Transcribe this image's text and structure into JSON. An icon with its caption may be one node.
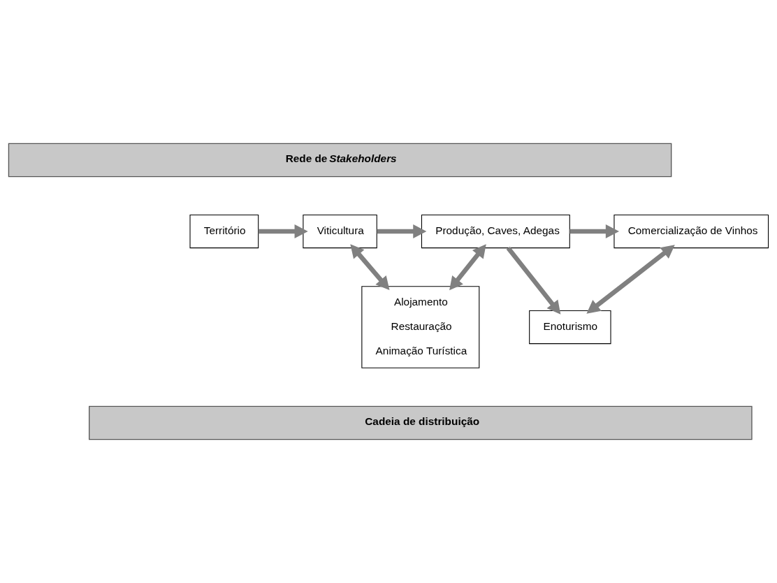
{
  "diagram": {
    "nodes": [
      {
        "text": [
          "Território"
        ]
      },
      {
        "text": [
          "Viticultura"
        ]
      },
      {
        "text": [
          "Produção, Caves, Adegas"
        ]
      },
      {
        "text": [
          "Comercialização de Vinhos"
        ]
      },
      {
        "text": [
          "Enoturismo"
        ]
      },
      {
        "text": [
          "Alojamento",
          "Restauração",
          "Animação Turística"
        ]
      },
      {
        "text": [
          "Rede de *Stakeholders*"
        ]
      },
      {
        "text": [
          "Cadeia de distribuição"
        ]
      }
    ],
    "edges": [
      {
        "from": 0,
        "to": 1,
        "arrow": "to"
      },
      {
        "from": 1,
        "to": 2,
        "arrow": "to"
      },
      {
        "from": 2,
        "to": 3,
        "arrow": "to"
      },
      {
        "from": 2,
        "to": 4,
        "arrow": "to"
      },
      {
        "from": 3,
        "to": 4,
        "arrow": "both"
      },
      {
        "from": 1,
        "to": 5,
        "arrow": "both"
      },
      {
        "from": 2,
        "to": 5,
        "arrow": "both"
      }
    ]
  }
}
